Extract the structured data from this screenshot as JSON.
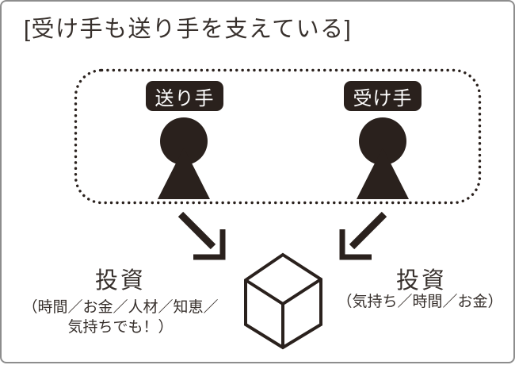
{
  "title": "[受け手も送り手を支えている]",
  "group_box": {
    "sender_label": "送り手",
    "receiver_label": "受け手"
  },
  "left_investment": {
    "heading": "投資",
    "detail_lines": [
      "（時間／お金／人材／知恵／",
      "気持ちでも！）"
    ]
  },
  "right_investment": {
    "heading": "投資",
    "detail": "（気持ち／時間／お金）"
  },
  "icons": {
    "sender": "person-icon",
    "receiver": "person-icon",
    "left_arrow": "arrow-down-right-icon",
    "right_arrow": "arrow-down-left-icon",
    "center_object": "cube-icon"
  },
  "colors": {
    "ink": "#2a211d",
    "text": "#37302c",
    "badge_text": "#ffffff",
    "frame_border": "#8d8d8d",
    "background": "#ffffff"
  }
}
